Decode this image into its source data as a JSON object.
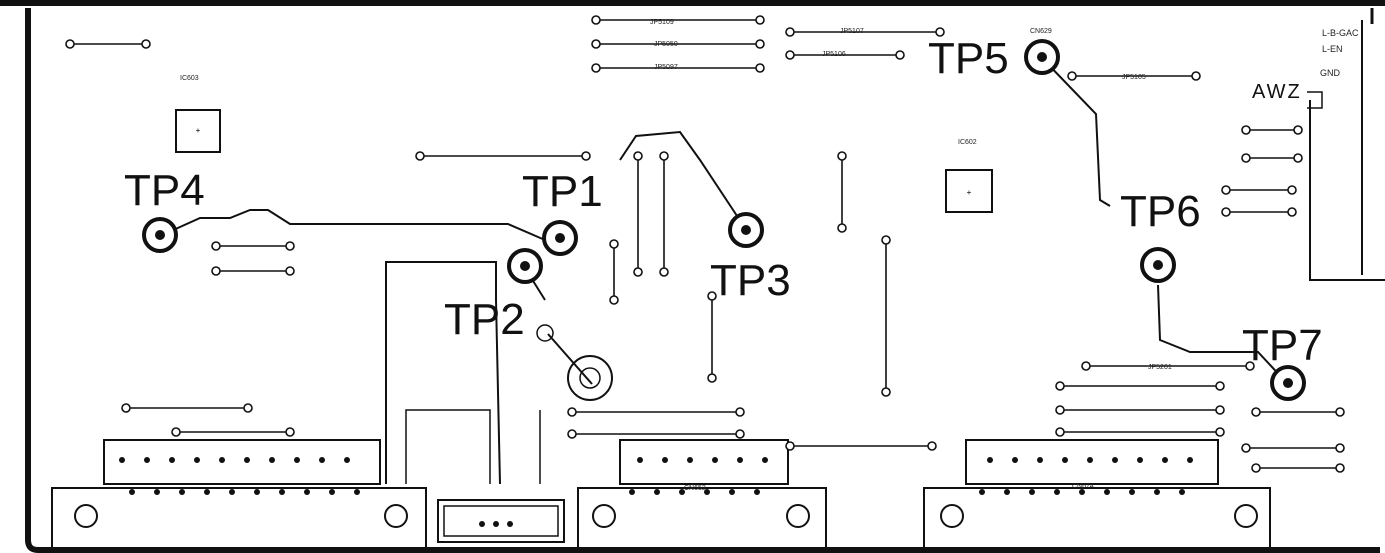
{
  "test_points": [
    "TP1",
    "TP2",
    "TP3",
    "TP4",
    "TP5",
    "TP6",
    "TP7"
  ],
  "awz_label": "AWZ",
  "gnd_label": "GND",
  "small_labels": {
    "cn_top_right": "CN629",
    "cn_mid": "CN652",
    "cn_right": "CN674",
    "ic_left": "IC603",
    "ic_right": "IC602",
    "jumper_top1": "JP5109",
    "jumper_top2": "JP5050",
    "jumper_top3": "JP5097",
    "jumper_right1": "JP5107",
    "jumper_right2": "JP5106",
    "jumper_tp5": "JP5105",
    "jumper_j5201": "JP5201"
  },
  "side_texts": {
    "top_right_1": "L-B-GAC",
    "top_right_2": "L-EN"
  },
  "colors": {
    "ink": "#111111",
    "background": "#ffffff"
  }
}
